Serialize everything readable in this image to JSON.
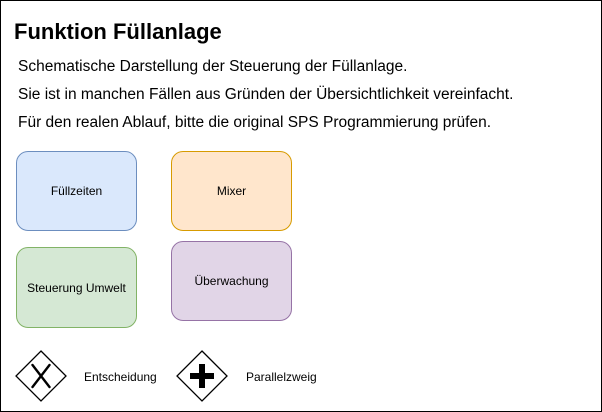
{
  "title": "Funktion Füllanlage",
  "description": [
    "Schematische Darstellung der Steuerung der Füllanlage.",
    "Sie ist in manchen Fällen aus Gründen der Übersichtlichkeit vereinfacht.",
    "Für den realen Ablauf, bitte die original SPS Programmierung prüfen."
  ],
  "modules": [
    {
      "label": "Füllzeiten",
      "fill": "#dae8fc",
      "stroke": "#6c8ebf"
    },
    {
      "label": "Mixer",
      "fill": "#ffe6cc",
      "stroke": "#d79b00"
    },
    {
      "label": "Steuerung Umwelt",
      "fill": "#d5e8d4",
      "stroke": "#82b366"
    },
    {
      "label": "Überwachung",
      "fill": "#e1d5e7",
      "stroke": "#9673a6"
    }
  ],
  "legend": [
    {
      "icon": "exclusive-gateway-icon",
      "label": "Entscheidung"
    },
    {
      "icon": "parallel-gateway-icon",
      "label": "Parallelzweig"
    }
  ]
}
